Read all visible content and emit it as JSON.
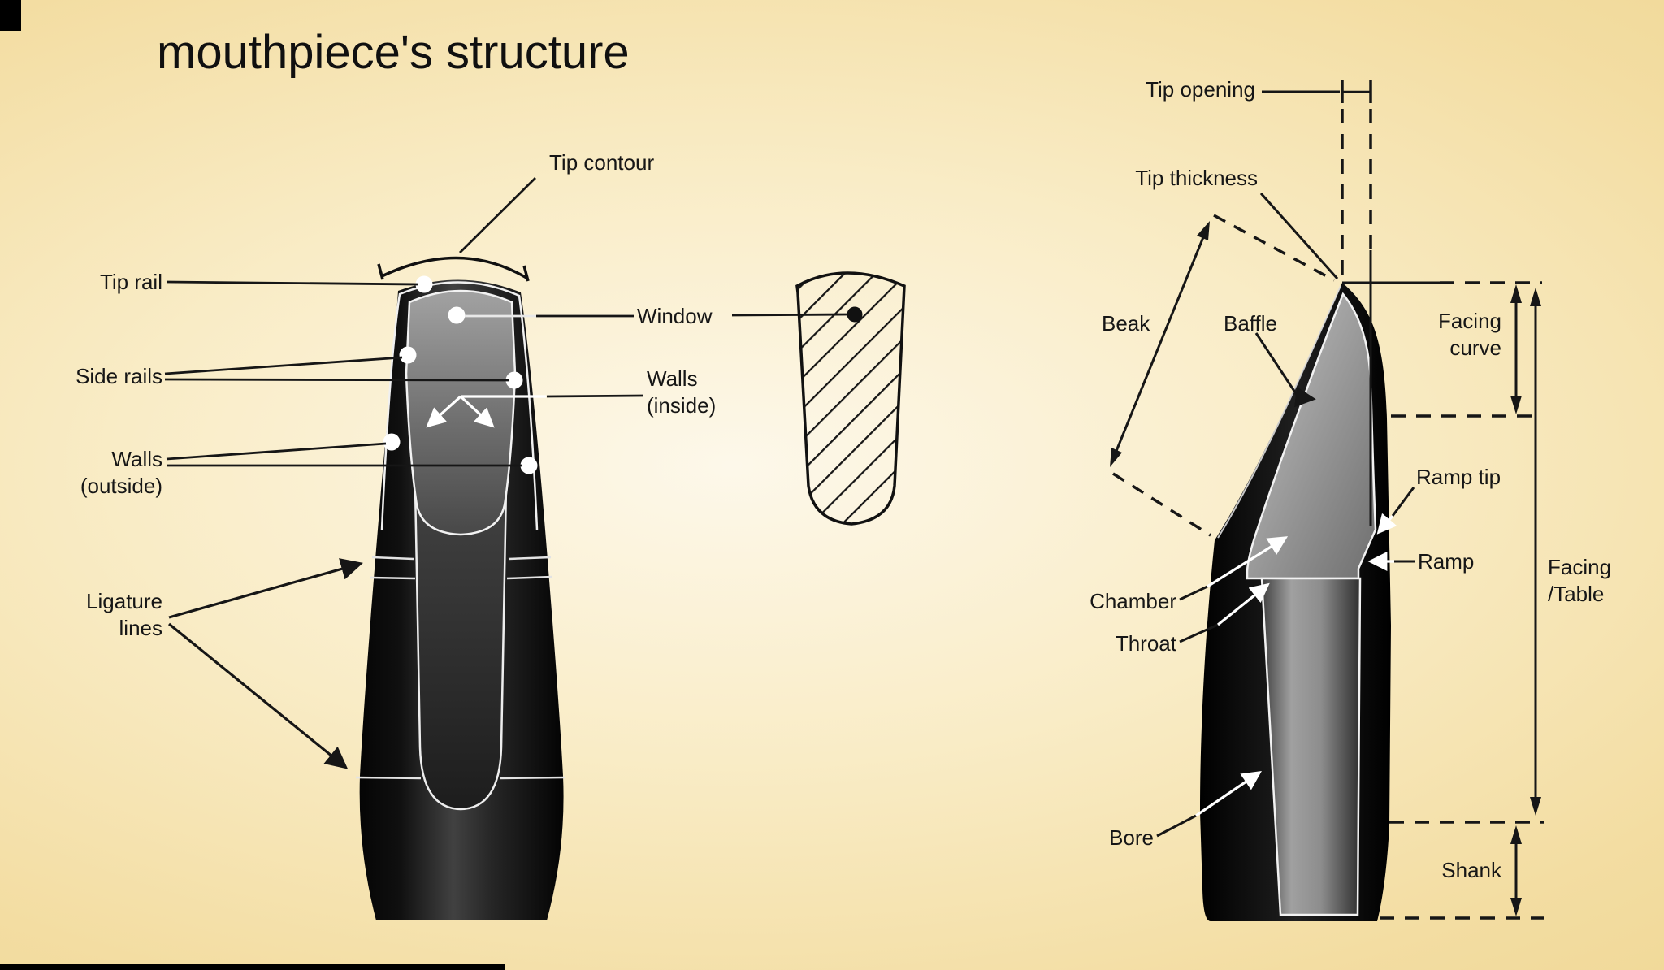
{
  "title": "mouthpiece's structure",
  "colors": {
    "background_gold": "#eed086",
    "ink_black": "#161616",
    "rail_outline_white": "#f2f2f2",
    "body_black": "#0a0a0a",
    "window_gray": "#8c8c8c"
  },
  "front_view": {
    "labels": {
      "tip_contour": "Tip contour",
      "tip_rail": "Tip rail",
      "side_rails": "Side rails",
      "window": "Window",
      "walls_inside": "Walls\n(inside)",
      "walls_outside": "Walls\n(outside)",
      "ligature_lines": "Ligature\nlines"
    }
  },
  "side_view": {
    "labels": {
      "tip_opening": "Tip opening",
      "tip_thickness": "Tip thickness",
      "beak": "Beak",
      "baffle": "Baffle",
      "facing_curve": "Facing\ncurve",
      "ramp_tip": "Ramp tip",
      "ramp": "Ramp",
      "chamber": "Chamber",
      "throat": "Throat",
      "facing_table": "Facing\n/Table",
      "bore": "Bore",
      "shank": "Shank"
    }
  }
}
